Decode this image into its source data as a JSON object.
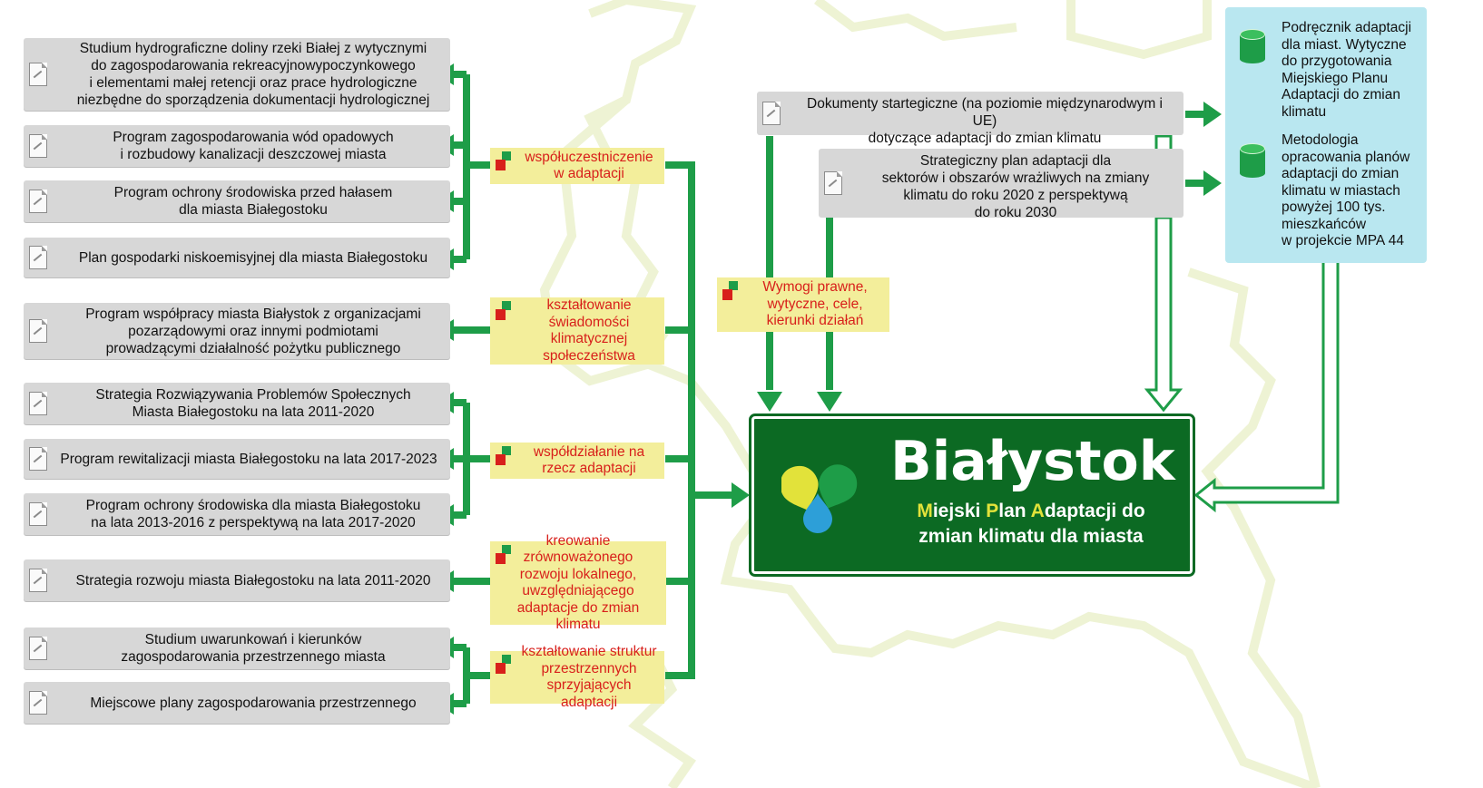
{
  "documents": [
    {
      "label": "Studium hydrograficzne doliny rzeki Białej z wytycznymi\ndo zagospodarowania rekreacyjnowypoczynkowego\ni elementami małej retencji oraz prace hydrologiczne\nniezbędne do sporządzenia dokumentacji hydrologicznej"
    },
    {
      "label": "Program zagospodarowania wód opadowych\ni rozbudowy kanalizacji deszczowej miasta"
    },
    {
      "label": "Program ochrony środowiska przed hałasem\ndla miasta Białegostoku"
    },
    {
      "label": "Plan gospodarki niskoemisyjnej dla miasta Białegostoku"
    },
    {
      "label": "Program współpracy miasta Białystok z organizacjami\npozarządowymi oraz innymi podmiotami\nprowadzącymi działalność pożytku publicznego"
    },
    {
      "label": "Strategia Rozwiązywania Problemów Społecznych\nMiasta Białegostoku na lata 2011-2020"
    },
    {
      "label": "Program rewitalizacji miasta Białegostoku na lata 2017-2023"
    },
    {
      "label": "Program ochrony środowiska dla miasta Białegostoku\nna lata 2013-2016 z perspektywą na lata 2017-2020"
    },
    {
      "label": "Strategia rozwoju miasta Białegostoku na lata 2011-2020"
    },
    {
      "label": "Studium uwarunkowań i kierunków\nzagospodarowania przestrzennego miasta"
    },
    {
      "label": "Miejscowe plany zagospodarowania przestrzennego"
    }
  ],
  "categories": [
    {
      "label": "współuczestniczenie\nw adaptacji"
    },
    {
      "label": "kształtowanie\nświadomości\nklimatycznej\nspołeczeństwa"
    },
    {
      "label": "współdziałanie na\nrzecz adaptacji"
    },
    {
      "label": "kreowanie\nzrównoważonego\nrozwoju lokalnego,\nuwzględniającego\nadaptacje do zmian klimatu"
    },
    {
      "label": "kształtowanie struktur\nprzestrzennych\nsprzyjających adaptacji"
    }
  ],
  "legal": {
    "label": "Wymogi prawne,\nwytyczne, cele,\nkierunki działań"
  },
  "strategic_docs": {
    "label": "Dokumenty startegiczne (na poziomie międzynarodwym i UE)\ndotyczące adaptacji do zmian klimatu"
  },
  "sectoral_plan": {
    "label": "Strategiczny plan adaptacji dla\nsektorów i obszarów wrażliwych na zmiany\nklimatu do roku 2020 z perspektywą\ndo roku 2030"
  },
  "references": [
    {
      "label": "Podręcznik adaptacji\ndla miast. Wytyczne\ndo przygotowania\nMiejskiego Planu\nAdaptacji do zmian\nklimatu"
    },
    {
      "label": "Metodologia\nopracowania planów\nadaptacji do zmian\nklimatu w miastach\npowyżej 100 tys.\nmieszkańców\nw projekcie MPA 44"
    }
  ],
  "sign": {
    "city": "Białystok",
    "line1_parts": [
      "M",
      "iejski ",
      "P",
      "lan ",
      "A",
      "daptacji do"
    ],
    "line2": "zmian klimatu dla miasta"
  },
  "colors": {
    "green": "#1e9d48",
    "dark_green": "#0c6a23",
    "yellow_box": "#f3ee9b",
    "red_text": "#d8201b",
    "light_blue": "#b9e7f0",
    "gray_box": "#d7d7d7",
    "map_outline": "#eef3d4"
  }
}
